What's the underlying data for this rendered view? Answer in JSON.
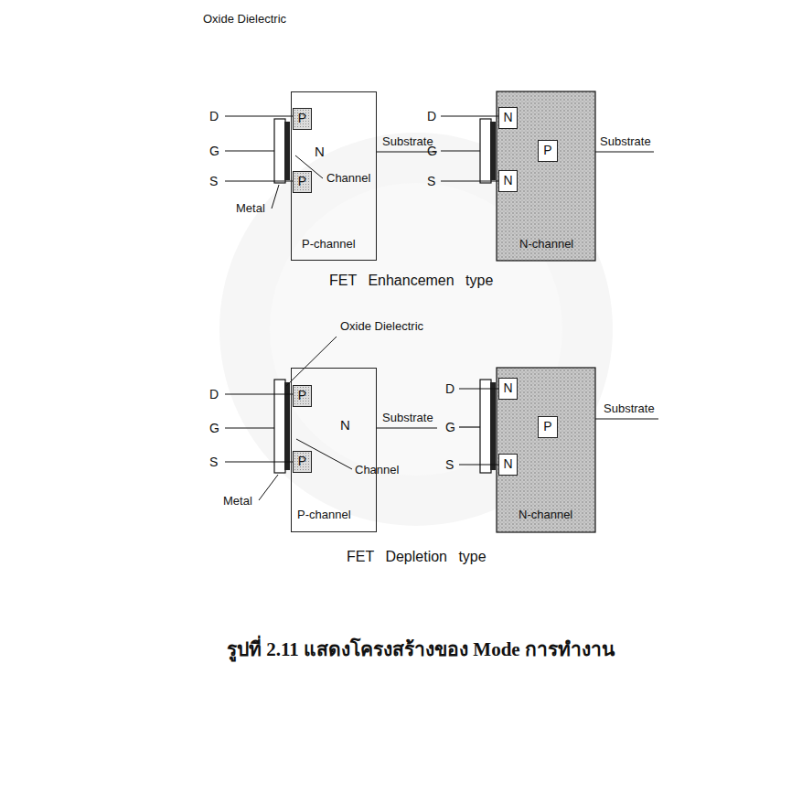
{
  "diagram": {
    "caption": "รูปที่ 2.11 แสดงโครงสร้างของ Mode การทำงาน",
    "nodes": [
      {
        "text": [
          "N"
        ]
      },
      {
        "text": [
          "P"
        ],
        "in": 0
      },
      {
        "text": [
          "P"
        ],
        "in": 0
      },
      {
        "text": [
          "N"
        ]
      },
      {
        "text": [
          "P"
        ]
      },
      {
        "text": [
          "N"
        ]
      },
      {
        "text": [
          "N"
        ]
      },
      {
        "text": [
          "P"
        ],
        "in": 6
      },
      {
        "text": [
          "P"
        ],
        "in": 6
      },
      {
        "text": [
          "N"
        ]
      },
      {
        "text": [
          "P"
        ]
      },
      {
        "text": [
          "N"
        ]
      }
    ],
    "labels": [
      "Oxide Dielectric",
      "D",
      "G",
      "S",
      "Substrate",
      "Channel",
      "Metal",
      "P-channel",
      "D",
      "G",
      "S",
      "Substrate",
      "N-channel",
      "FET Enhancemen type",
      "Oxide Dielectric",
      "D",
      "G",
      "S",
      "Substrate",
      "Channel",
      "Metal",
      "P-channel",
      "D",
      "G",
      "S",
      "Substrate",
      "N-channel",
      "FET Depletion type"
    ]
  }
}
